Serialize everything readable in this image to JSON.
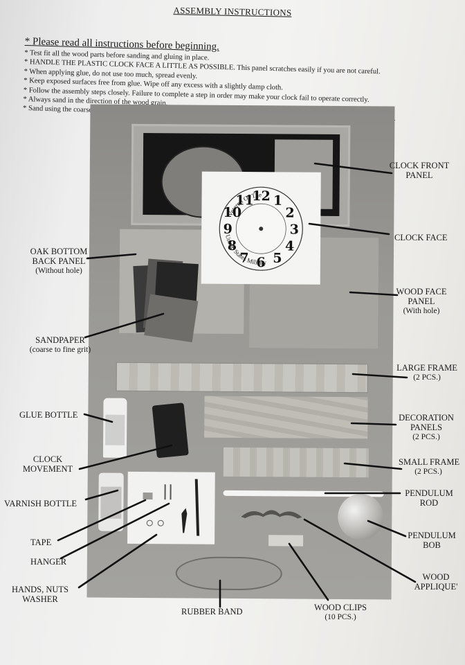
{
  "title": "ASSEMBLY INSTRUCTIONS",
  "intro": {
    "heading": "Please read all instructions before beginning.",
    "items": [
      "Test fit all the wood parts before sanding and gluing in place.",
      "HANDLE THE PLASTIC CLOCK FACE A LITTLE AS POSSIBLE. This panel scratches easily if you are not careful.",
      "When applying glue, do not use too much, spread evenly.",
      "Keep exposed surfaces free from glue. Wipe off any excess with a slightly damp cloth.",
      "Follow the assembly steps closely. Failure to complete a step in order may make your clock fail to operate correctly.",
      "Always sand in the direction of the wood grain.",
      "Sand using the coarsest \"grit\" required first, Progress until you are at the finest grit needed until you have your desired finish."
    ]
  },
  "clock_dial": {
    "numerals": [
      "12",
      "1",
      "2",
      "3",
      "4",
      "5",
      "6",
      "7",
      "8",
      "9",
      "10",
      "11"
    ],
    "ring_text_top": "Veteran Of The",
    "ring_text_bottom": "United States Military"
  },
  "labels": {
    "clock_front_panel": "CLOCK FRONT PANEL",
    "clock_face": "CLOCK FACE",
    "oak_bottom_back_panel": "OAK BOTTOM BACK PANEL",
    "oak_bottom_back_panel_note": "(Without hole)",
    "wood_face_panel": "WOOD FACE PANEL",
    "wood_face_panel_note": "(With hole)",
    "sandpaper": "SANDPAPER",
    "sandpaper_note": "(coarse to fine grit)",
    "large_frame": "LARGE FRAME",
    "large_frame_qty": "(2 PCS.)",
    "glue_bottle": "GLUE BOTTLE",
    "decoration_panels": "DECORATION PANELS",
    "decoration_panels_qty": "(2 PCS.)",
    "clock_movement": "CLOCK MOVEMENT",
    "small_frame": "SMALL FRAME",
    "small_frame_qty": "(2 PCS.)",
    "varnish_bottle": "VARNISH BOTTLE",
    "pendulum_rod": "PENDULUM ROD",
    "tape": "TAPE",
    "pendulum_bob": "PENDULUM BOB",
    "hanger": "HANGER",
    "hands_nuts_washer": "HANDS, NUTS WASHER",
    "wood_applique": "WOOD APPLIQUE'",
    "wood_clips": "WOOD CLIPS",
    "wood_clips_qty": "(10 PCS.)",
    "rubber_band": "RUBBER BAND"
  }
}
